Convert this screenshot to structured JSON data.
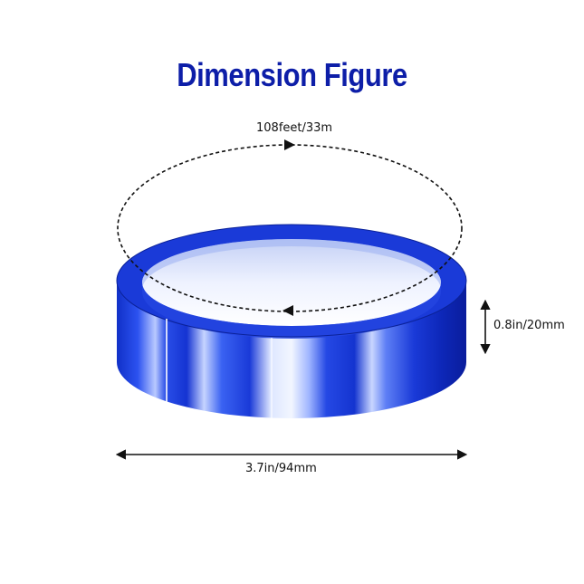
{
  "title": "Dimension Figure",
  "dimensions": {
    "circumference": "108feet/33m",
    "height": "0.8in/20mm",
    "width": "3.7in/94mm"
  },
  "colors": {
    "title": "#0d1ea8",
    "tape": "#1a3ad8",
    "tape_dark": "#0b1f9e",
    "arrow": "#111111"
  }
}
